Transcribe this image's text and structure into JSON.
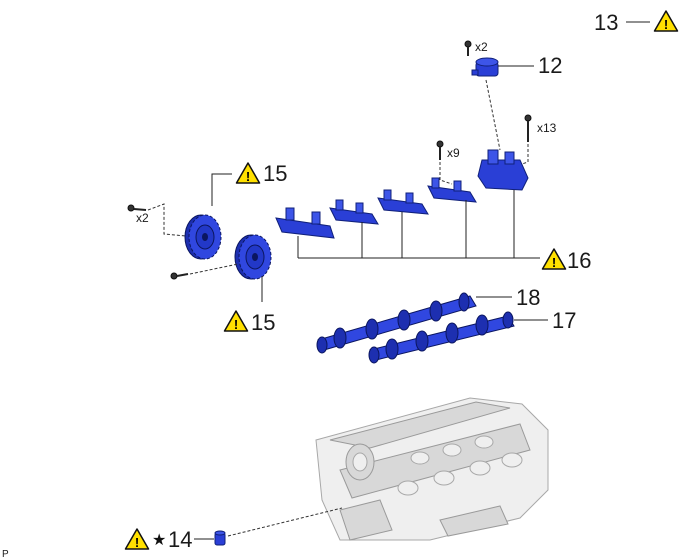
{
  "callouts": [
    {
      "id": "13",
      "label": "13",
      "warning": true,
      "star": false
    },
    {
      "id": "12",
      "label": "12",
      "warning": false,
      "star": false
    },
    {
      "id": "15a",
      "label": "15",
      "warning": true,
      "star": false
    },
    {
      "id": "15b",
      "label": "15",
      "warning": true,
      "star": false
    },
    {
      "id": "16",
      "label": "16",
      "warning": true,
      "star": false
    },
    {
      "id": "18",
      "label": "18",
      "warning": false,
      "star": false
    },
    {
      "id": "17",
      "label": "17",
      "warning": false,
      "star": false
    },
    {
      "id": "14",
      "label": "14",
      "warning": true,
      "star": true
    }
  ],
  "quantities": {
    "housing_bolts": "x2",
    "cap_bolts": "x9",
    "front_bolts": "x13",
    "sprocket_bolts": "x2"
  },
  "star_symbol": "★",
  "warning_glyph": "!",
  "corner_text": "P",
  "colors": {
    "part_blue": "#2a3fd6",
    "warning_yellow": "#ffe000"
  }
}
